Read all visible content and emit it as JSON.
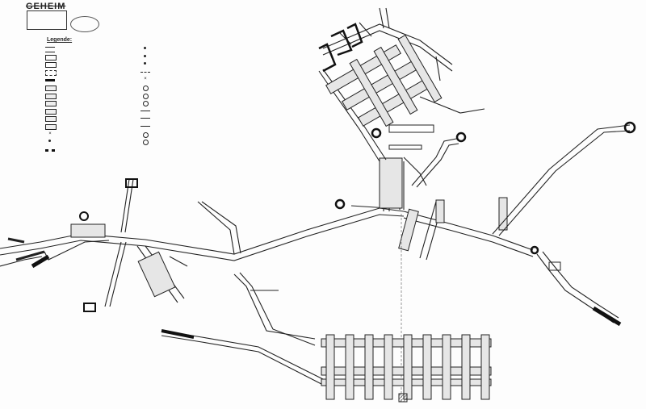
{
  "map": {
    "title": "GEHEIM",
    "stamp_lines": [
      "",
      ""
    ],
    "stamp_date": "",
    "handwritten_note": "",
    "legend_title": "Legende:",
    "legend_left": [
      {
        "label": "",
        "symbol": "double-line"
      },
      {
        "label": "",
        "symbol": "tick-line"
      },
      {
        "label": "",
        "symbol": "tick-line"
      },
      {
        "label": "",
        "symbol": "hatch-line"
      },
      {
        "label": "",
        "symbol": "bold-bar"
      },
      {
        "label": "",
        "symbol": "rect"
      },
      {
        "label": "",
        "symbol": "rect"
      },
      {
        "label": "",
        "symbol": "rect"
      },
      {
        "label": "",
        "symbol": "rect"
      },
      {
        "label": "",
        "symbol": "rect"
      },
      {
        "label": "",
        "symbol": "rect"
      },
      {
        "label": "",
        "symbol": "cross"
      },
      {
        "label": "",
        "symbol": "dot"
      },
      {
        "label": "",
        "symbol": "dotted-bar"
      }
    ],
    "legend_right": [
      {
        "label": "",
        "symbol": "dot"
      },
      {
        "label": "",
        "symbol": "dot"
      },
      {
        "label": "",
        "symbol": "dot"
      },
      {
        "label": "",
        "symbol": "arrow-line"
      },
      {
        "label": "",
        "symbol": "cross"
      },
      {
        "label": "",
        "symbol": "circle"
      },
      {
        "label": "",
        "symbol": "circle"
      },
      {
        "label": "",
        "symbol": "circle"
      },
      {
        "label": "",
        "symbol": "line"
      },
      {
        "label": "",
        "symbol": "line"
      },
      {
        "label": "",
        "symbol": "line"
      },
      {
        "label": "",
        "symbol": "circle"
      },
      {
        "label": "",
        "symbol": "circle"
      }
    ],
    "places": [
      {
        "id": "central-sign",
        "text": ""
      },
      {
        "id": "bottom-left-exit",
        "text": ""
      }
    ],
    "colors": {
      "ink": "#222222",
      "paper": "#fdfdfd",
      "fill": "#e6e6e6",
      "dark": "#111111"
    }
  }
}
